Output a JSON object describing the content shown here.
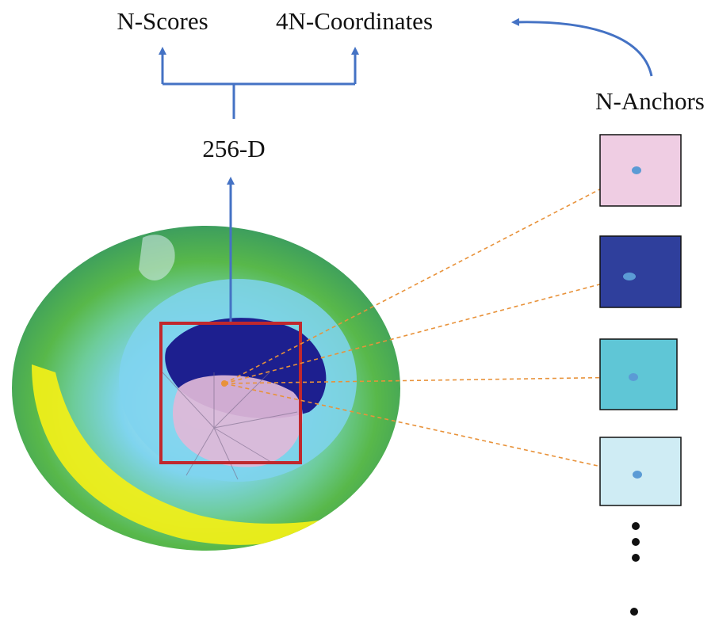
{
  "labels": {
    "scores": "N-Scores",
    "coordinates": "4N-Coordinates",
    "feature_dim": "256-D",
    "anchors": "N-Anchors"
  },
  "colors": {
    "arrow_blue": "#4472c4",
    "box_red": "#c0282d",
    "dash_orange": "#e8923a",
    "anchor_pink": "#efcde3",
    "anchor_navy": "#2f3f9c",
    "anchor_teal": "#5fc6d6",
    "anchor_pale": "#cfecf4",
    "dot_blue": "#5b9bd5",
    "ozone_green": "#58b84a",
    "ozone_yellow": "#f3f017",
    "ozone_lightblue": "#7fd4ee",
    "ozone_darkblue": "#1d1f8f",
    "continent_pink": "#e0b8d8"
  },
  "anchors": [
    {
      "name": "anchor-pink",
      "color_key": "anchor_pink"
    },
    {
      "name": "anchor-navy",
      "color_key": "anchor_navy"
    },
    {
      "name": "anchor-teal",
      "color_key": "anchor_teal"
    },
    {
      "name": "anchor-pale-blue",
      "color_key": "anchor_pale"
    }
  ],
  "ellipsis": "continuation-dots"
}
